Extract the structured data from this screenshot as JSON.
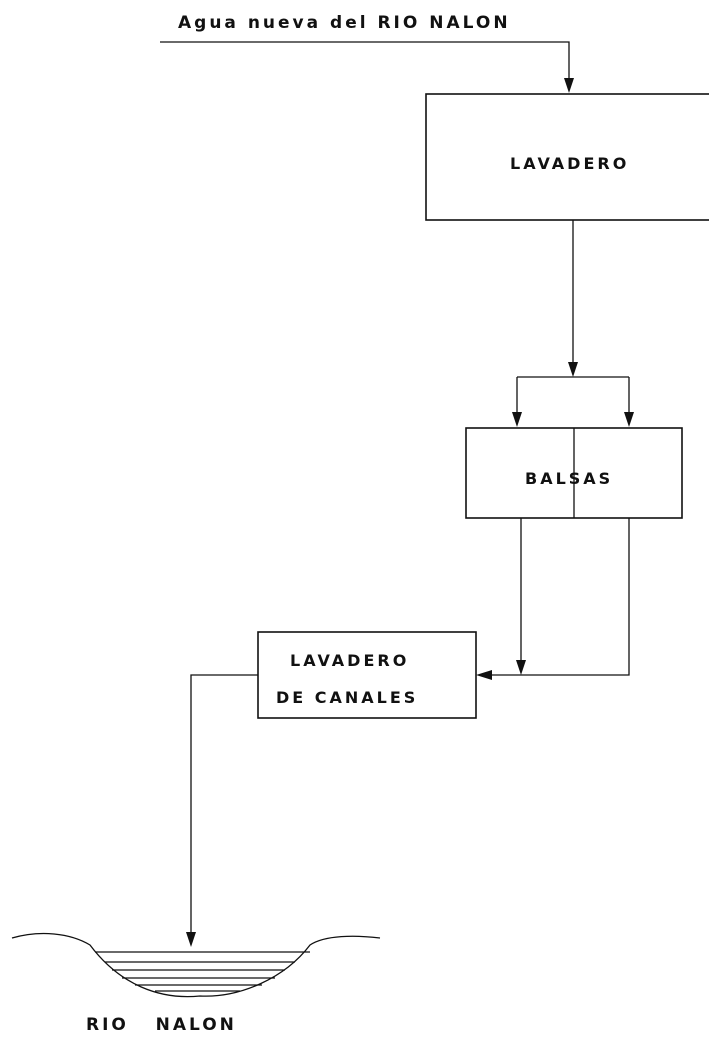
{
  "diagram": {
    "source_label": "Agua nueva del  RIO NALON",
    "box_lavadero": "LAVADERO",
    "box_balsas": "BALSAS",
    "box_canales_line1": "LAVADERO",
    "box_canales_line2": "DE  CANALES",
    "river_label": "RIO   NALON"
  },
  "colors": {
    "ink": "#111111",
    "background": "#ffffff"
  }
}
